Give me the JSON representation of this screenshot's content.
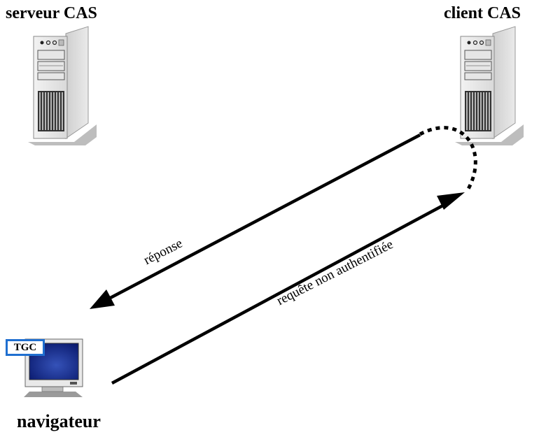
{
  "nodes": {
    "server": {
      "label": "serveur CAS",
      "icon": "server-tower-icon"
    },
    "client": {
      "label": "client CAS",
      "icon": "server-tower-icon"
    },
    "browser": {
      "label": "navigateur",
      "icon": "computer-monitor-icon",
      "badge": "TGC"
    }
  },
  "edges": {
    "request": {
      "label": "requête non authentifiée"
    },
    "response": {
      "label": "réponse"
    }
  },
  "colors": {
    "badge_border": "#1f6fd0",
    "screen": "#0a1a6e",
    "line": "#000000"
  }
}
